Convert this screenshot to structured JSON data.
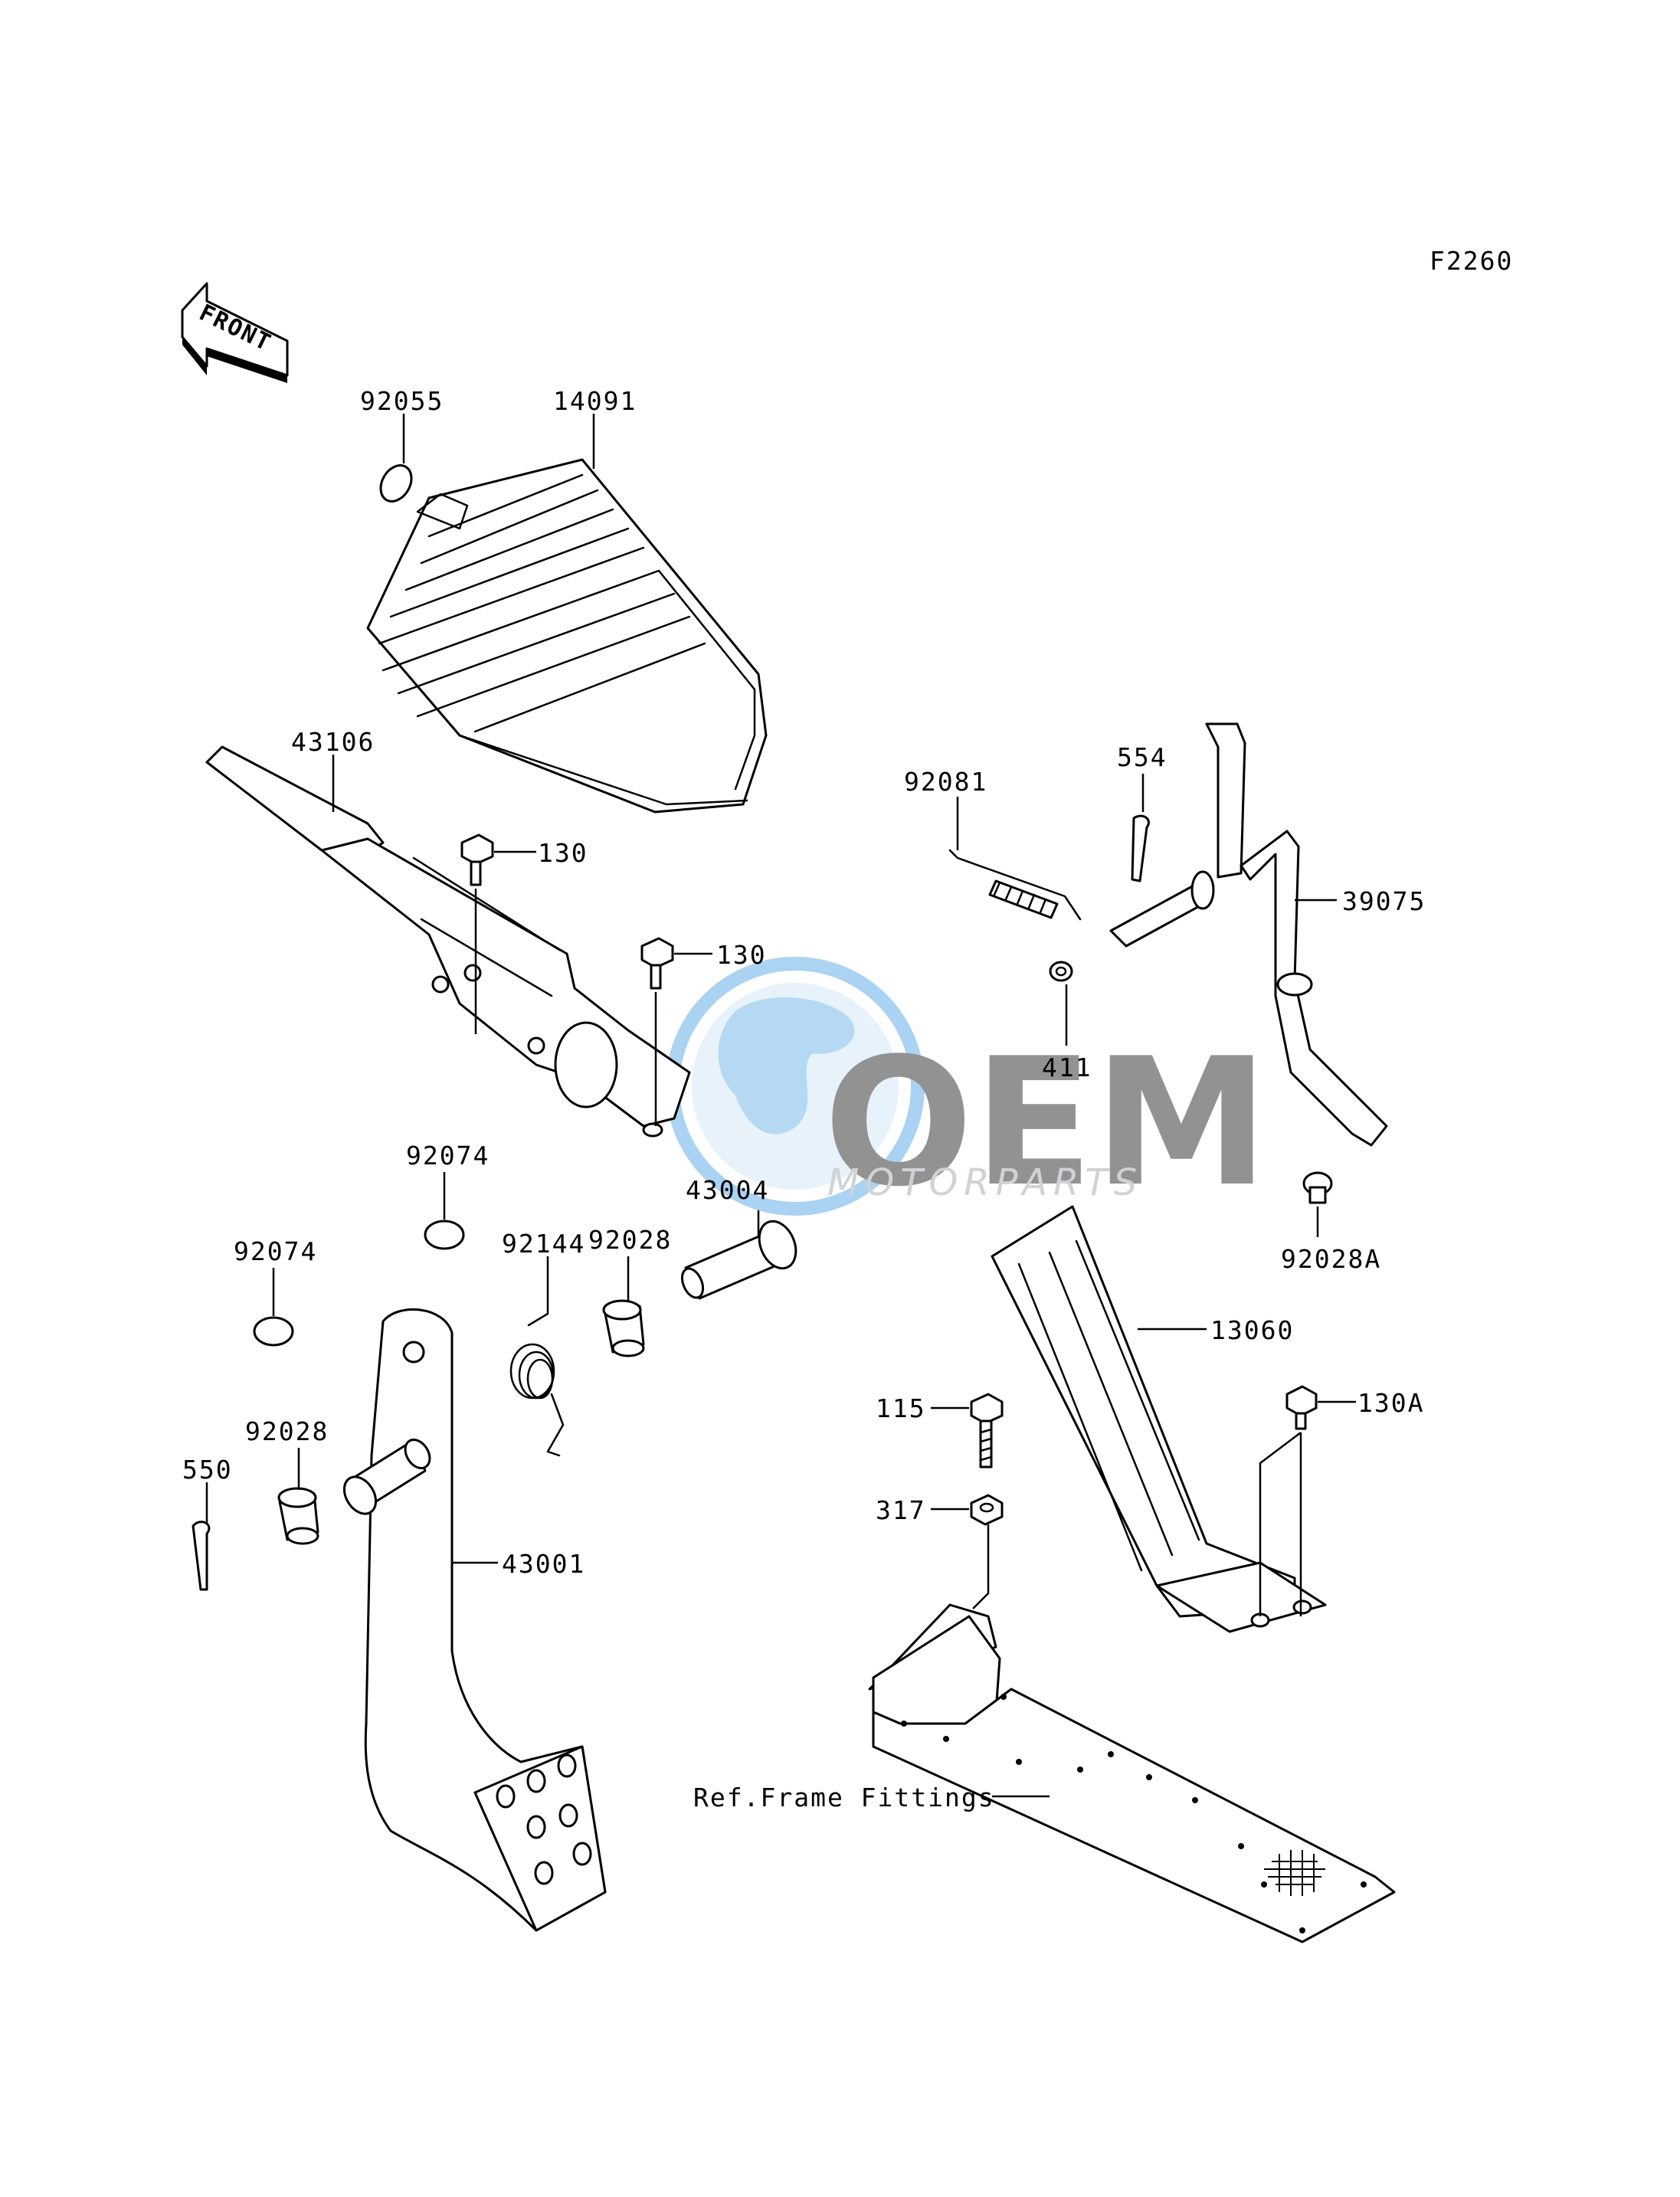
{
  "diagram": {
    "code": "F2260",
    "front_label": "FRONT",
    "ref_label": "Ref.Frame Fittings",
    "callouts": {
      "p92055": "92055",
      "p14091": "14091",
      "p43106": "43106",
      "p130a": "130",
      "p130b": "130",
      "p92081": "92081",
      "p554": "554",
      "p39075": "39075",
      "p411": "411",
      "p92074a": "92074",
      "p92074b": "92074",
      "p43004": "43004",
      "p92144": "92144",
      "p92028a": "92028",
      "p92028b": "92028",
      "p92028A": "92028A",
      "p13060": "13060",
      "p130A": "130A",
      "p115": "115",
      "p317": "317",
      "p550": "550",
      "p43001": "43001"
    }
  },
  "watermark": {
    "brand": "OEM",
    "subtitle": "MOTORPARTS",
    "color_main": "#7f7f7f",
    "color_accent": "#4da3e0"
  }
}
